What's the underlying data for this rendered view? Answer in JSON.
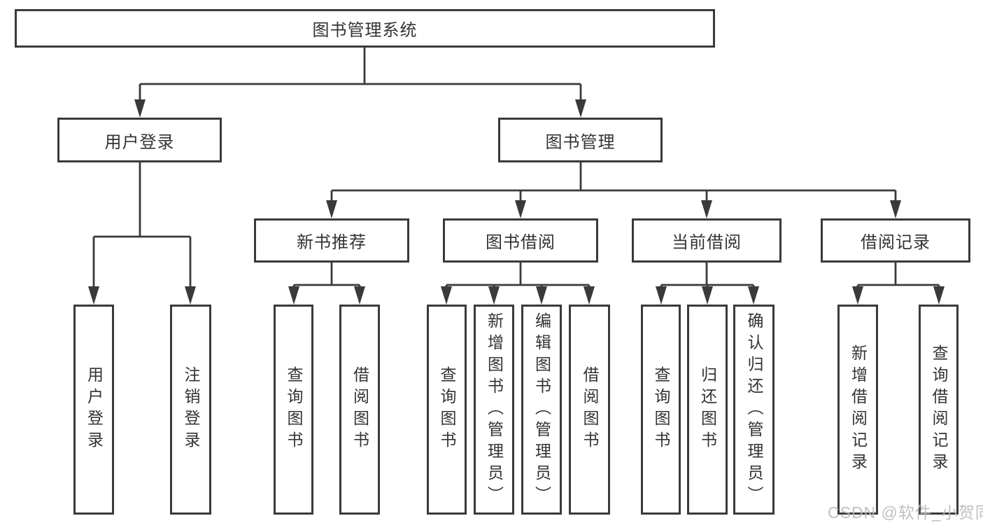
{
  "colors": {
    "background": "#ffffff",
    "line": "#3a3a3a",
    "box_border": "#3a3a3a",
    "text": "#333333",
    "watermark": "#b9b9b9"
  },
  "watermark": {
    "text": "CSDN @软件_小贺同学"
  },
  "tree": {
    "root": {
      "label": "图书管理系统"
    },
    "branches": [
      {
        "label": "用户登录",
        "children": [
          {
            "label": "用户登录"
          },
          {
            "label": "注销登录"
          }
        ]
      },
      {
        "label": "图书管理",
        "children": [
          {
            "label": "新书推荐",
            "children": [
              {
                "label": "查询图书"
              },
              {
                "label": "借阅图书"
              }
            ]
          },
          {
            "label": "图书借阅",
            "children": [
              {
                "label": "查询图书"
              },
              {
                "label": "新增图书（管理员）"
              },
              {
                "label": "编辑图书（管理员）"
              },
              {
                "label": "借阅图书"
              }
            ]
          },
          {
            "label": "当前借阅",
            "children": [
              {
                "label": "查询图书"
              },
              {
                "label": "归还图书"
              },
              {
                "label": "确认归还（管理员）"
              }
            ]
          },
          {
            "label": "借阅记录",
            "children": [
              {
                "label": "新增借阅记录"
              },
              {
                "label": "查询借阅记录"
              }
            ]
          }
        ]
      }
    ]
  }
}
